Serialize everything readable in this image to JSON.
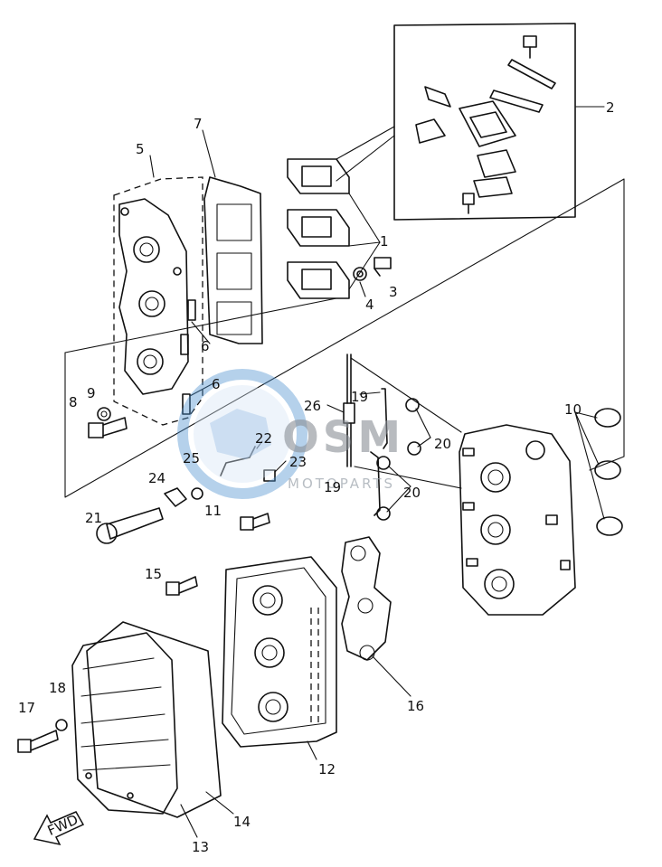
{
  "labels": {
    "p1": "1",
    "p2": "2",
    "p3": "3",
    "p4": "4",
    "p5": "5",
    "p6a": "6",
    "p6b": "6",
    "p7": "7",
    "p8": "8",
    "p9": "9",
    "p10": "10",
    "p11": "11",
    "p12": "12",
    "p13": "13",
    "p14": "14",
    "p15": "15",
    "p16": "16",
    "p17": "17",
    "p18": "18",
    "p19a": "19",
    "p19b": "19",
    "p20a": "20",
    "p20b": "20",
    "p21": "21",
    "p22": "22",
    "p23": "23",
    "p24": "24",
    "p25": "25",
    "p26": "26"
  },
  "fwd_label": "FWD",
  "watermark": {
    "logo_text": "OSM",
    "sub_text": "MOTOPARTS",
    "color": "#4a8fd0"
  }
}
